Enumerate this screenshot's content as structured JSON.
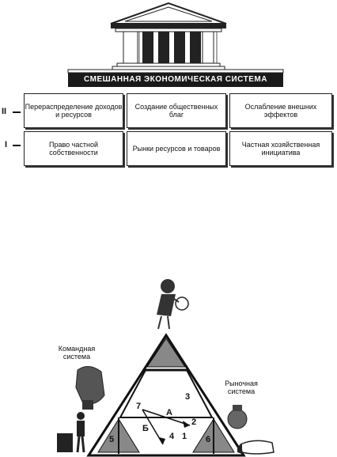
{
  "building": {
    "banner": "СМЕШАННАЯ ЭКОНОМИЧЕСКАЯ СИСТЕМА",
    "level_ii": "II",
    "level_i": "I",
    "row_ii": [
      "Перераспределение доходов и ресурсов",
      "Создание общественных благ",
      "Ослабление внешних эффектов"
    ],
    "row_i": [
      "Право частной собственности",
      "Рынки ресурсов и товаров",
      "Частная хозяйственная инициатива"
    ]
  },
  "triangle": {
    "left_label": "Командная система",
    "right_label": "Рыночная система",
    "arrow_a": "А",
    "arrow_b": "Б",
    "n1": "1",
    "n2": "2",
    "n3": "3",
    "n4": "4",
    "n5": "5",
    "n6": "6",
    "n7": "7"
  }
}
